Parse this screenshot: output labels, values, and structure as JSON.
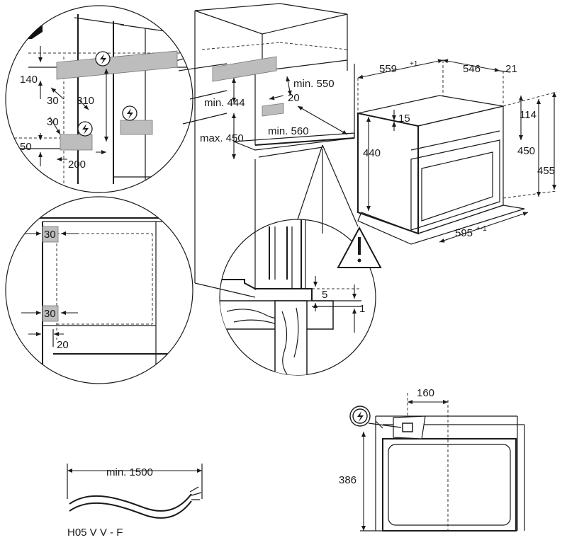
{
  "labels": {
    "d140": "140",
    "d30a": "30",
    "d310": "310",
    "d30b": "30",
    "d50": "50",
    "d200": "200",
    "min444": "min. 444",
    "max450": "max. 450",
    "min550": "min. 550",
    "d20a": "20",
    "min560": "min. 560",
    "d559": "559",
    "d559sup": "+1",
    "d546": "546",
    "d21": "21",
    "d15": "15",
    "d114": "114",
    "d440": "440",
    "d450": "450",
    "d455": "455",
    "d595": "595",
    "d595sup": "+-1",
    "d30c": "30",
    "d30d": "30",
    "d20b": "20",
    "d5": "5",
    "d1": "1",
    "d160": "160",
    "d386": "386",
    "min1500": "min. 1500",
    "cable": "H05 V V - F"
  },
  "icons": {
    "power": "lightning-icon",
    "warning": "warning-triangle-icon"
  },
  "colors": {
    "line": "#1a1a1a",
    "fill_gray": "#bdbdbd"
  }
}
